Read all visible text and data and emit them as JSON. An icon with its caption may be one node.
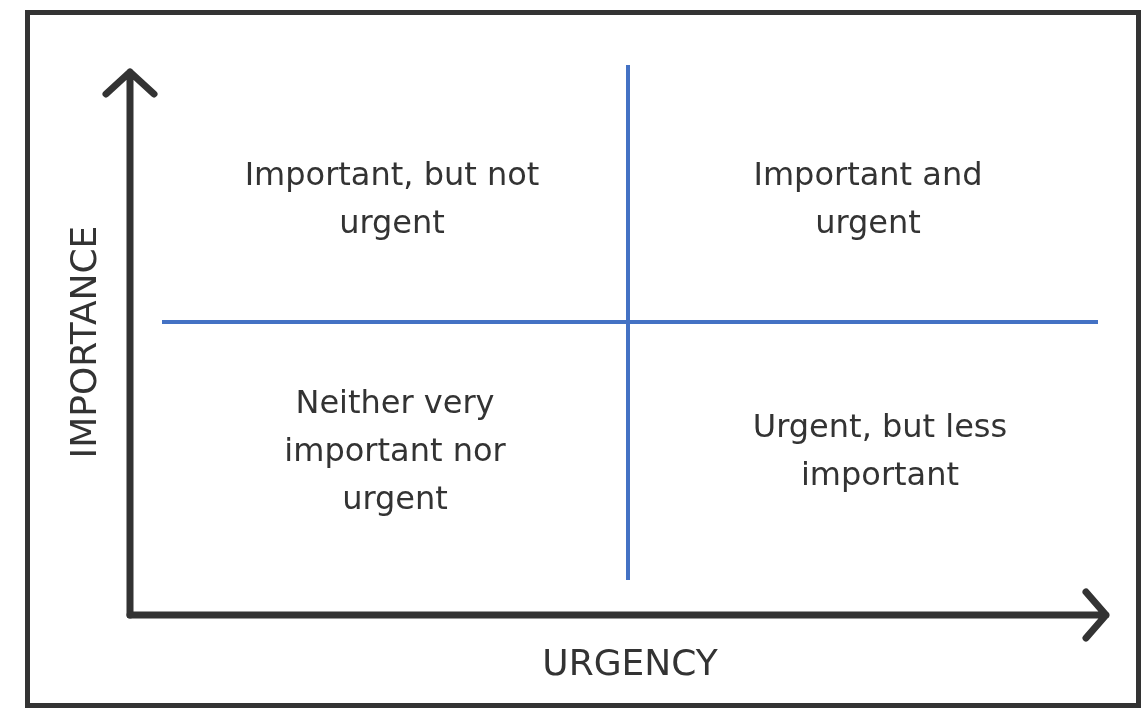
{
  "diagram": {
    "labels": [
      "Important, but not urgent",
      "Important and urgent",
      "Neither very important nor urgent",
      "Urgent, but less important",
      "IMPORTANCE",
      "URGENCY"
    ]
  }
}
